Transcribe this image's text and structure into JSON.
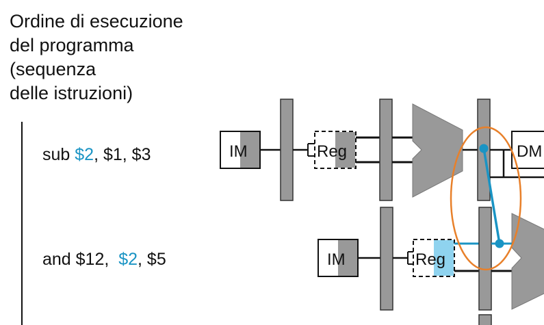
{
  "title": {
    "line1": "Ordine di esecuzione",
    "line2": "del programma",
    "line3": "(sequenza",
    "line4": "delle istruzioni)"
  },
  "instructions": [
    {
      "op": "sub ",
      "dest": "$2",
      "rest": ", $1, $3"
    },
    {
      "op": "and $12,  ",
      "dest": "$2",
      "rest": ", $5"
    }
  ],
  "stages": {
    "im": "IM",
    "reg": "Reg",
    "dm": "DM"
  },
  "colors": {
    "highlight": "#1a94c4",
    "forwarding_ellipse": "#e8802a",
    "pipeline_register": "#999999",
    "reg_read_fill": "#8fd3ef"
  }
}
